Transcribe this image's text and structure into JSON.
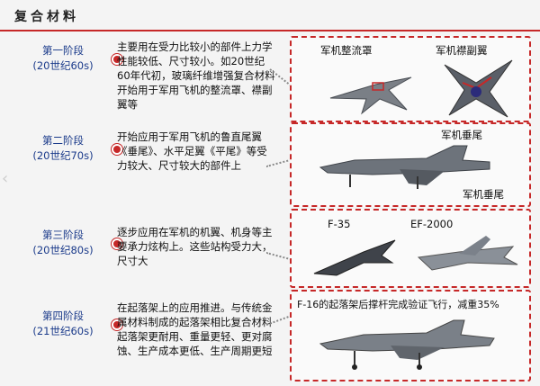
{
  "header": {
    "title": "复合材料"
  },
  "stages": [
    {
      "label": "第一阶段",
      "period": "(20世纪60s)",
      "description": "主要用在受力比较小的部件上力学性能较低、尺寸较小。如20世纪60年代初，玻璃纤维增强复合材料开始用于军用飞机的整流罩、襟副翼等",
      "captions": [
        "军机整流罩",
        "军机襟副翼"
      ]
    },
    {
      "label": "第二阶段",
      "period": "(20世纪70s)",
      "description": "开始应用于军用飞机的鲁直尾翼《垂尾》、水平足翼《平尾》等受力较大、尺寸较大的部件上",
      "captions": [
        "军机垂尾",
        "军机垂尾"
      ]
    },
    {
      "label": "第三阶段",
      "period": "(20世纪80s)",
      "description": "逐步应用在军机的机翼、机身等主要承力炫构上。这些站构受力大，尺寸大",
      "captions": [
        "F-35",
        "EF-2000"
      ]
    },
    {
      "label": "第四阶段",
      "period": "(21世纪60s)",
      "description": "在起落架上的应用推进。与传统金属材料制成的起落架相比复合材料起落架更耐用、重量更轻、更对腐蚀、生产成本更低、生产周期更短",
      "captions": [
        "F-16的起落架后撑杆完成验证飞行，减重35%"
      ]
    }
  ],
  "colors": {
    "accent": "#c62828",
    "stage_label": "#1a3a8a"
  }
}
